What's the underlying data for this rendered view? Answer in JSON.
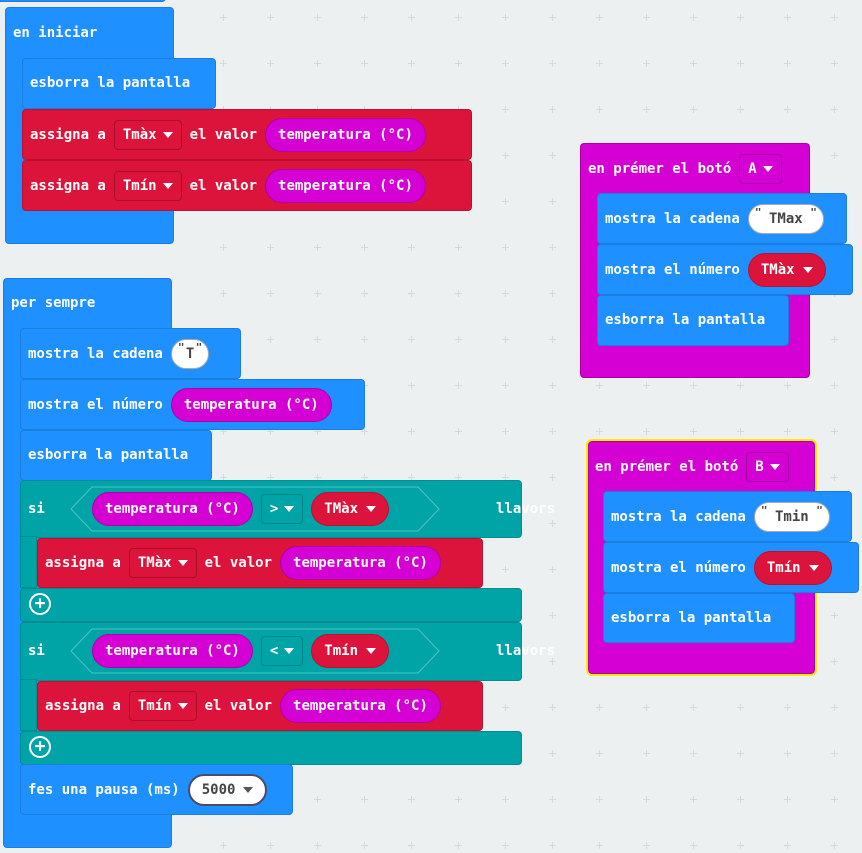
{
  "workspace": {
    "on_start": {
      "hat": "en iniciar",
      "clear": "esborra la pantalla",
      "assign_max": {
        "label": "assigna a",
        "var": "Tmàx",
        "mid": "el valor",
        "value": "temperatura (°C)"
      },
      "assign_min": {
        "label": "assigna a",
        "var": "Tmín",
        "mid": "el valor",
        "value": "temperatura (°C)"
      }
    },
    "forever": {
      "hat": "per sempre",
      "show_string": {
        "label": "mostra la cadena",
        "value": "T"
      },
      "show_number": {
        "label": "mostra el número",
        "value": "temperatura (°C)"
      },
      "clear": "esborra la pantalla",
      "if_max": {
        "if": "si",
        "left": "temperatura (°C)",
        "op": ">",
        "right": "TMàx",
        "then": "llavors",
        "assign": {
          "label": "assigna a",
          "var": "TMàx",
          "mid": "el valor",
          "value": "temperatura (°C)"
        }
      },
      "if_min": {
        "if": "si",
        "left": "temperatura (°C)",
        "op": "<",
        "right": "Tmín",
        "then": "llavors",
        "assign": {
          "label": "assigna a",
          "var": "Tmín",
          "mid": "el valor",
          "value": "temperatura (°C)"
        }
      },
      "pause": {
        "label": "fes una pausa (ms)",
        "value": "5000"
      }
    },
    "button_a": {
      "hat": "en prémer el botó",
      "button": "A",
      "show_string": {
        "label": "mostra la cadena",
        "value": "TMax"
      },
      "show_number": {
        "label": "mostra el número",
        "value": "TMàx"
      },
      "clear": "esborra la pantalla"
    },
    "button_b": {
      "hat": "en prémer el botó",
      "button": "B",
      "show_string": {
        "label": "mostra la cadena",
        "value": "Tmin"
      },
      "show_number": {
        "label": "mostra el número",
        "value": "Tmín"
      },
      "clear": "esborra la pantalla"
    }
  },
  "colors": {
    "basic": "#1e90ff",
    "variables": "#dc143c",
    "logic": "#00a4a6",
    "input": "#d400d4",
    "background": "#ecf0f1",
    "selected_outline": "#ffe900"
  }
}
